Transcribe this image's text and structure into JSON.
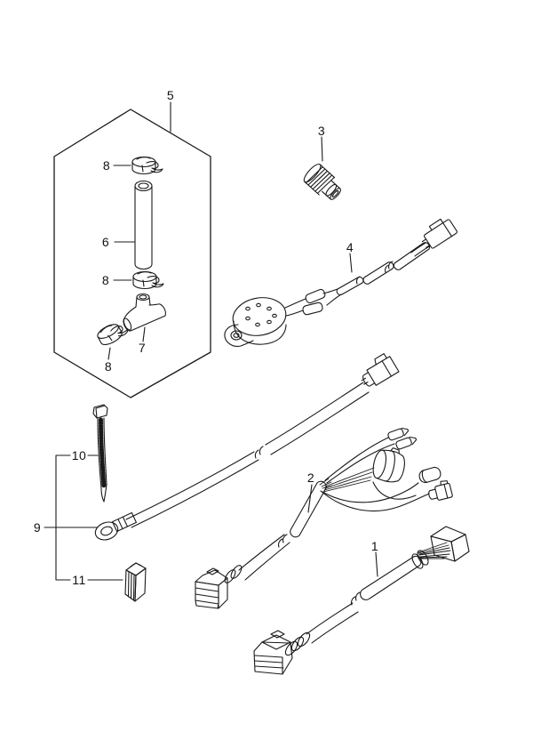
{
  "diagram": {
    "type": "parts-line-drawing",
    "background": "#ffffff",
    "line_color": "#1a1a1a",
    "callouts": {
      "n1": "1",
      "n2": "2",
      "n3": "3",
      "n4": "4",
      "n5": "5",
      "n6": "6",
      "n7": "7",
      "n8a": "8",
      "n8b": "8",
      "n8c": "8",
      "n9": "9",
      "n10": "10",
      "n11": "11"
    }
  }
}
